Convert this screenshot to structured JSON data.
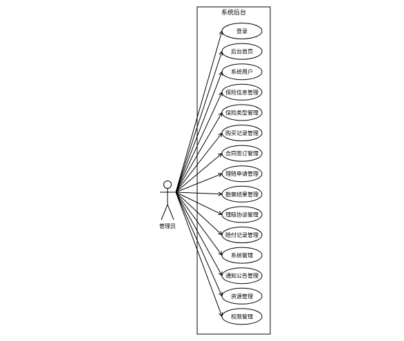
{
  "system": {
    "title": "系统后台"
  },
  "actor": {
    "label": "管理员"
  },
  "use_cases": [
    {
      "label": "登录"
    },
    {
      "label": "后台首页"
    },
    {
      "label": "系统用户"
    },
    {
      "label": "保险信息管理"
    },
    {
      "label": "保险类型管理"
    },
    {
      "label": "购买记录管理"
    },
    {
      "label": "合同签订管理"
    },
    {
      "label": "理赔申请管理"
    },
    {
      "label": "勘察结果管理"
    },
    {
      "label": "理赔协谈管理"
    },
    {
      "label": "赔付记录管理"
    },
    {
      "label": "系统管理"
    },
    {
      "label": "通知公告管理"
    },
    {
      "label": "资源管理"
    },
    {
      "label": "权限管理"
    }
  ]
}
